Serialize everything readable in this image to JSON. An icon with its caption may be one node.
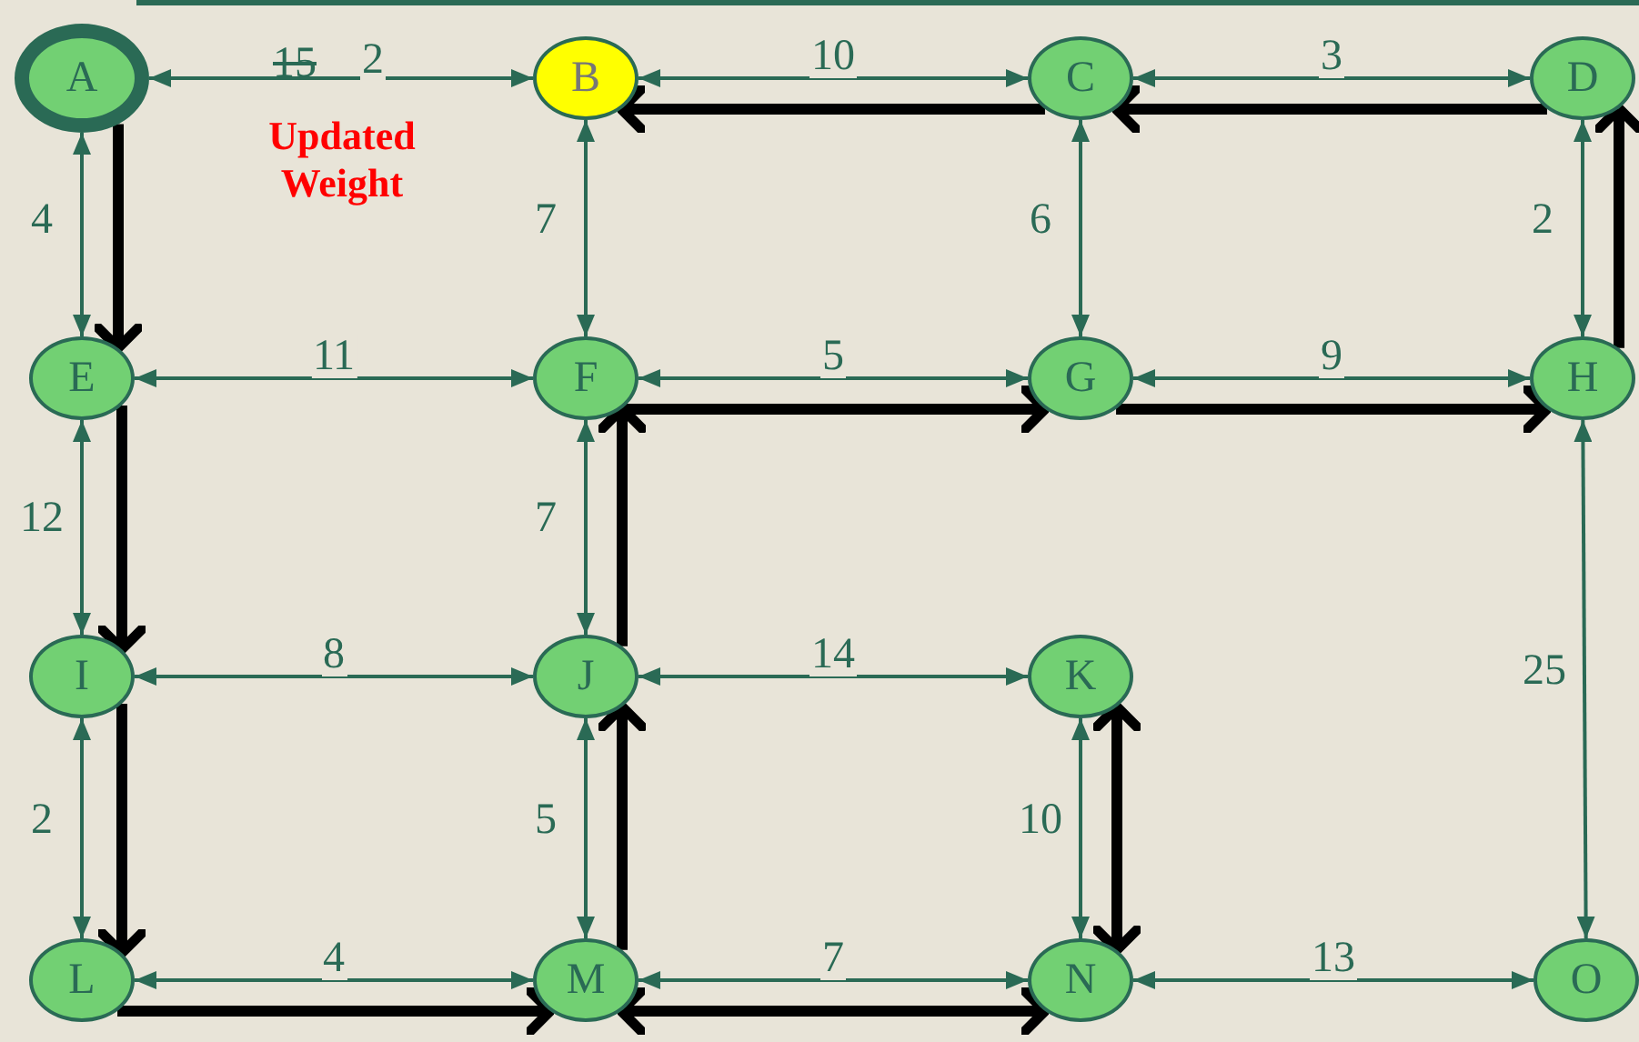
{
  "diagram": {
    "nodes": [
      {
        "text": [
          "A"
        ]
      },
      {
        "text": [
          "B"
        ]
      },
      {
        "text": [
          "C"
        ]
      },
      {
        "text": [
          "D"
        ]
      },
      {
        "text": [
          "E"
        ]
      },
      {
        "text": [
          "F"
        ]
      },
      {
        "text": [
          "G"
        ]
      },
      {
        "text": [
          "H"
        ]
      },
      {
        "text": [
          "I"
        ]
      },
      {
        "text": [
          "J"
        ]
      },
      {
        "text": [
          "K"
        ]
      },
      {
        "text": [
          "L"
        ]
      },
      {
        "text": [
          "M"
        ]
      },
      {
        "text": [
          "N"
        ]
      },
      {
        "text": [
          "O"
        ]
      }
    ],
    "edges": [
      {
        "from": 0,
        "to": 1,
        "arrow": "both",
        "label": "2"
      },
      {
        "from": 1,
        "to": 2,
        "arrow": "both",
        "label": "10"
      },
      {
        "from": 2,
        "to": 3,
        "arrow": "both",
        "label": "3"
      },
      {
        "from": 0,
        "to": 4,
        "arrow": "both",
        "label": "4"
      },
      {
        "from": 1,
        "to": 5,
        "arrow": "both",
        "label": "7"
      },
      {
        "from": 2,
        "to": 6,
        "arrow": "both",
        "label": "6"
      },
      {
        "from": 3,
        "to": 7,
        "arrow": "both",
        "label": "2"
      },
      {
        "from": 4,
        "to": 5,
        "arrow": "both",
        "label": "11"
      },
      {
        "from": 5,
        "to": 6,
        "arrow": "both",
        "label": "5"
      },
      {
        "from": 6,
        "to": 7,
        "arrow": "both",
        "label": "9"
      },
      {
        "from": 4,
        "to": 8,
        "arrow": "both",
        "label": "12"
      },
      {
        "from": 5,
        "to": 9,
        "arrow": "both",
        "label": "7"
      },
      {
        "from": 7,
        "to": 14,
        "arrow": "both",
        "label": "25"
      },
      {
        "from": 8,
        "to": 9,
        "arrow": "both",
        "label": "8"
      },
      {
        "from": 9,
        "to": 10,
        "arrow": "both",
        "label": "14"
      },
      {
        "from": 10,
        "to": 13,
        "arrow": "both",
        "label": "10"
      },
      {
        "from": 8,
        "to": 11,
        "arrow": "both",
        "label": "2"
      },
      {
        "from": 9,
        "to": 12,
        "arrow": "both",
        "label": "5"
      },
      {
        "from": 11,
        "to": 12,
        "arrow": "both",
        "label": "4"
      },
      {
        "from": 12,
        "to": 13,
        "arrow": "both",
        "label": "7"
      },
      {
        "from": 13,
        "to": 14,
        "arrow": "both",
        "label": "13"
      },
      {
        "from": 0,
        "to": 4,
        "arrow": "to",
        "style": "thick",
        "color": "#000000"
      },
      {
        "from": 4,
        "to": 8,
        "arrow": "to",
        "style": "thick",
        "color": "#000000"
      },
      {
        "from": 8,
        "to": 11,
        "arrow": "to",
        "style": "thick",
        "color": "#000000"
      },
      {
        "from": 11,
        "to": 12,
        "arrow": "to",
        "style": "thick",
        "color": "#000000"
      },
      {
        "from": 12,
        "to": 9,
        "arrow": "to",
        "style": "thick",
        "color": "#000000"
      },
      {
        "from": 9,
        "to": 5,
        "arrow": "to",
        "style": "thick",
        "color": "#000000"
      },
      {
        "from": 5,
        "to": 6,
        "arrow": "to",
        "style": "thick",
        "color": "#000000"
      },
      {
        "from": 6,
        "to": 7,
        "arrow": "to",
        "style": "thick",
        "color": "#000000"
      },
      {
        "from": 7,
        "to": 3,
        "arrow": "to",
        "style": "thick",
        "color": "#000000"
      },
      {
        "from": 3,
        "to": 2,
        "arrow": "to",
        "style": "thick",
        "color": "#000000"
      },
      {
        "from": 2,
        "to": 1,
        "arrow": "to",
        "style": "thick",
        "color": "#000000"
      },
      {
        "from": 12,
        "to": 13,
        "arrow": "both",
        "style": "thick",
        "color": "#000000"
      },
      {
        "from": 10,
        "to": 13,
        "arrow": "both",
        "style": "thick",
        "color": "#000000"
      }
    ],
    "labels": [
      "15",
      "Updated Weight"
    ]
  }
}
